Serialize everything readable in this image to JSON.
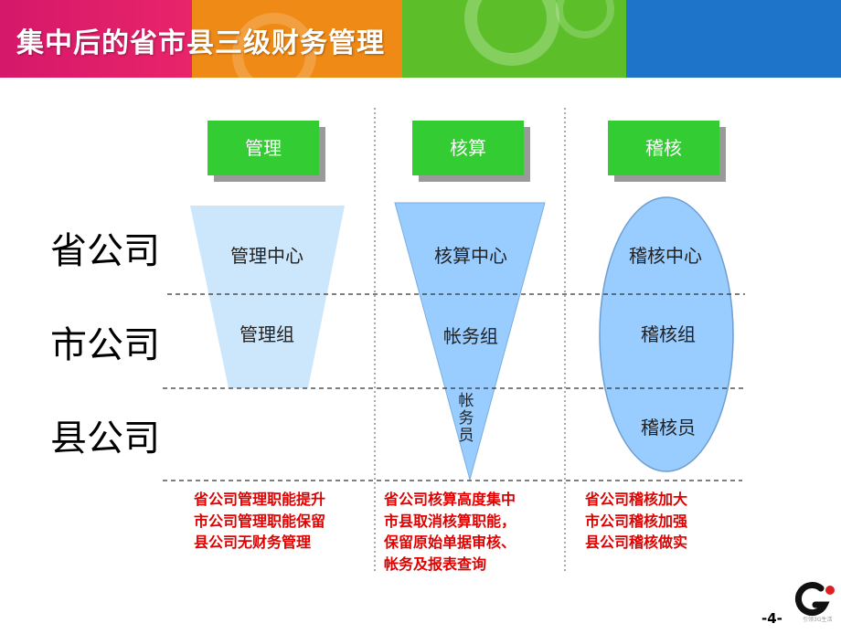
{
  "title": "集中后的省市县三级财务管理",
  "columns": [
    {
      "header": "管理",
      "items": [
        "管理中心",
        "管理组"
      ],
      "note": [
        "省公司管理职能提升",
        "市公司管理职能保留",
        "县公司无财务管理"
      ]
    },
    {
      "header": "核算",
      "items": [
        "核算中心",
        "帐务组",
        "帐务员"
      ],
      "note": [
        "省公司核算高度集中",
        "市县取消核算职能，",
        "保留原始单据审核、",
        "帐务及报表查询"
      ]
    },
    {
      "header": "稽核",
      "items": [
        "稽核中心",
        "稽核组",
        "稽核员"
      ],
      "note": [
        "省公司稽核加大",
        "市公司稽核加强",
        "县公司稽核做实"
      ]
    }
  ],
  "rows": [
    "省公司",
    "市公司",
    "县公司"
  ],
  "page_number": "-4-",
  "logo_caption": "引领3G生活",
  "colors": {
    "header_green": "#33cc33",
    "shape_light": "#cce6fb",
    "shape_mid": "#99ccff",
    "note_red": "#e00000"
  }
}
